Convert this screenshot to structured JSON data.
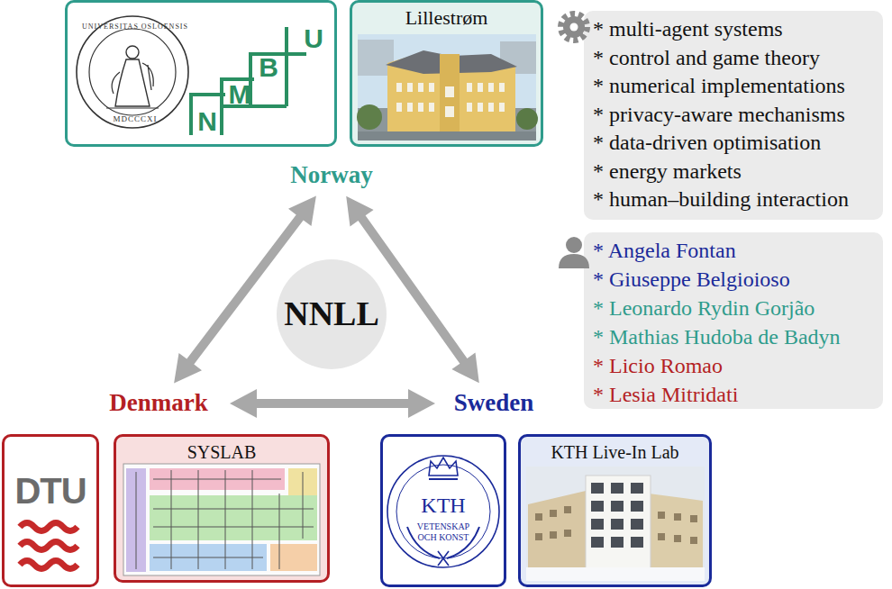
{
  "diagram": {
    "nodes": [
      {
        "text": [
          "UNIVERSITAS OSLOENSIS",
          "MDCCCXI",
          "N",
          "M",
          "B",
          "U"
        ]
      },
      {
        "text": [
          "Lillestrøm"
        ]
      },
      {
        "text": [
          "Norway"
        ]
      },
      {
        "text": [
          "* multi-agent systems",
          "* control and game theory",
          "* numerical implementations",
          "* privacy-aware mechanisms",
          "* data-driven optimisation",
          "* energy markets",
          "* human–building interaction"
        ]
      },
      {
        "text": [
          "* Angela Fontan",
          "* Giuseppe Belgioioso",
          "* Leonardo Rydin Gorjão",
          "* Mathias Hudoba de Badyn",
          "* Licio Romao",
          "* Lesia Mitridati"
        ]
      },
      {
        "text": [
          "NNLL"
        ]
      },
      {
        "text": [
          "Denmark"
        ]
      },
      {
        "text": [
          "Sweden"
        ]
      },
      {
        "text": [
          "DTU"
        ]
      },
      {
        "text": [
          "SYSLAB"
        ]
      },
      {
        "text": [
          "KTH",
          "VETENSKAP OCH KONST"
        ]
      },
      {
        "text": [
          "KTH Live-In Lab"
        ]
      }
    ],
    "edges": [
      {
        "from": 2,
        "to": 6,
        "arrow": "both"
      },
      {
        "from": 2,
        "to": 7,
        "arrow": "both"
      },
      {
        "from": 6,
        "to": 7,
        "arrow": "both"
      }
    ]
  }
}
